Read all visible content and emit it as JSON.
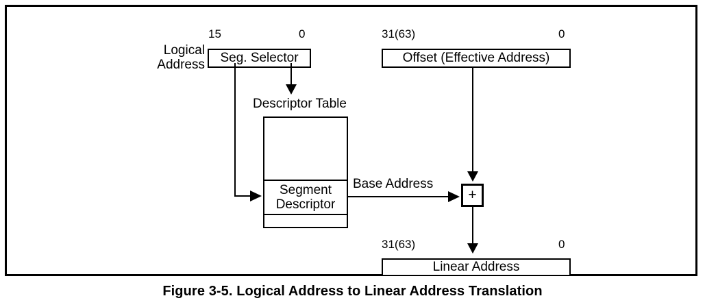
{
  "figure": {
    "caption": "Figure 3-5.  Logical Address to Linear Address Translation"
  },
  "diagram": {
    "logical_address_label_line1": "Logical",
    "logical_address_label_line2": "Address",
    "seg_selector": {
      "label": "Seg. Selector",
      "bit_high": "15",
      "bit_low": "0"
    },
    "offset": {
      "label": "Offset (Effective Address)",
      "bit_high": "31(63)",
      "bit_low": "0"
    },
    "descriptor_table": {
      "title": "Descriptor Table",
      "segment_descriptor_line1": "Segment",
      "segment_descriptor_line2": "Descriptor"
    },
    "base_address_label": "Base Address",
    "adder": {
      "symbol": "+"
    },
    "linear_address": {
      "label": "Linear Address",
      "bit_high": "31(63)",
      "bit_low": "0"
    }
  },
  "colors": {
    "ink": "#000000",
    "paper": "#ffffff"
  }
}
